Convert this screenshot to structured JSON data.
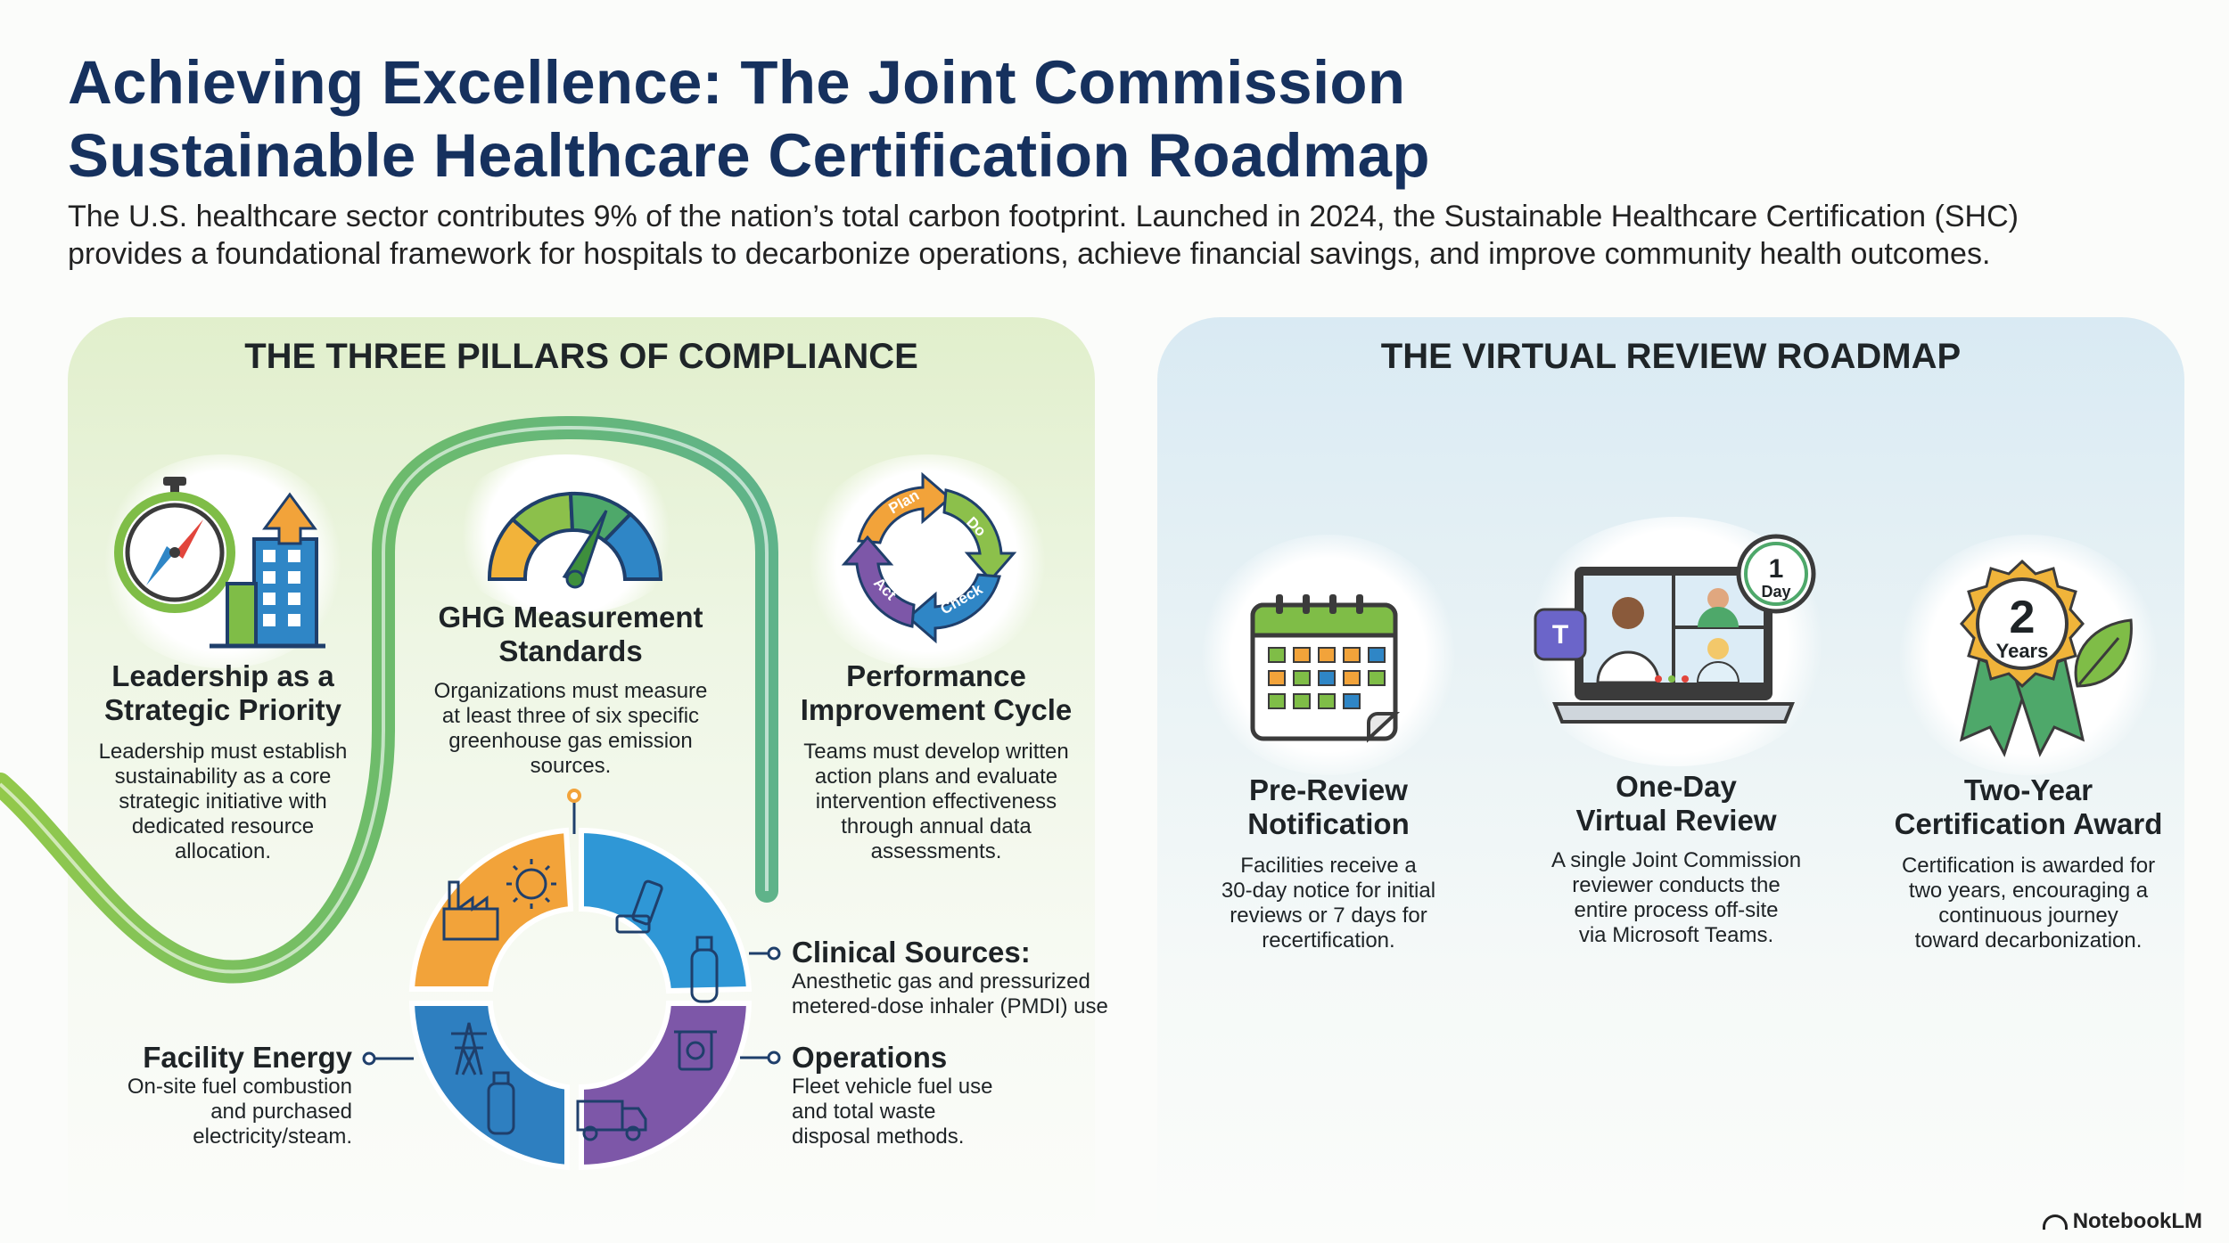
{
  "title": {
    "line1": "Achieving Excellence: The Joint Commission",
    "line2": "Sustainable Healthcare Certification Roadmap"
  },
  "subtitle": {
    "line1": "The U.S. healthcare sector contributes 9% of the nation’s total carbon footprint. Launched in 2024, the Sustainable Healthcare Certification (SHC)",
    "line2": "provides a foundational framework for hospitals to decarbonize operations, achieve financial savings, and improve community health outcomes."
  },
  "pillars": {
    "section_title": "THE THREE PILLARS OF COMPLIANCE",
    "leadership": {
      "heading": [
        "Leadership as a",
        "Strategic Priority"
      ],
      "desc": [
        "Leadership must establish",
        "sustainability as a core",
        "strategic initiative with",
        "dedicated resource",
        "allocation."
      ]
    },
    "ghg": {
      "heading": [
        "GHG Measurement",
        "Standards"
      ],
      "desc": [
        "Organizations must measure",
        "at least three of six specific",
        "greenhouse gas emission",
        "sources."
      ]
    },
    "performance": {
      "heading": [
        "Performance",
        "Improvement Cycle"
      ],
      "desc": [
        "Teams must develop written",
        "action plans and evaluate",
        "intervention effectiveness",
        "through annual data",
        "assessments."
      ],
      "cycle_labels": [
        "Plan",
        "Do",
        "Check",
        "Act"
      ]
    },
    "sources": {
      "clinical": {
        "heading": "Clinical Sources:",
        "desc": [
          "Anesthetic gas and pressurized",
          "metered-dose inhaler (PMDI) use"
        ]
      },
      "operations": {
        "heading": "Operations",
        "desc": [
          "Fleet vehicle fuel use",
          "and total waste",
          "disposal methods."
        ]
      },
      "facility": {
        "heading": "Facility Energy",
        "desc": [
          "On-site fuel combustion",
          "and purchased",
          "electricity/steam."
        ]
      }
    }
  },
  "roadmap": {
    "section_title": "THE VIRTUAL REVIEW ROADMAP",
    "pre_review": {
      "heading": [
        "Pre-Review",
        "Notification"
      ],
      "desc": [
        "Facilities receive a",
        "30-day notice for initial",
        "reviews or 7 days for",
        "recertification."
      ]
    },
    "virtual_review": {
      "heading": [
        "One-Day",
        "Virtual Review"
      ],
      "desc": [
        "A single Joint Commission",
        "reviewer conducts the",
        "entire process off-site",
        "via Microsoft Teams."
      ],
      "badge_number": "1",
      "badge_unit": "Day"
    },
    "award": {
      "heading": [
        "Two-Year",
        "Certification Award"
      ],
      "desc": [
        "Certification is awarded for",
        "two years, encouraging a",
        "continuous journey",
        "toward decarbonization."
      ],
      "badge_number": "2",
      "badge_unit": "Years"
    }
  },
  "brand": "NotebookLM",
  "colors": {
    "title": "#16315e",
    "green": "#6cae3e",
    "blue": "#2f86c6",
    "purple": "#7d57a8",
    "orange": "#f2a33a",
    "gold": "#f0b43a"
  }
}
